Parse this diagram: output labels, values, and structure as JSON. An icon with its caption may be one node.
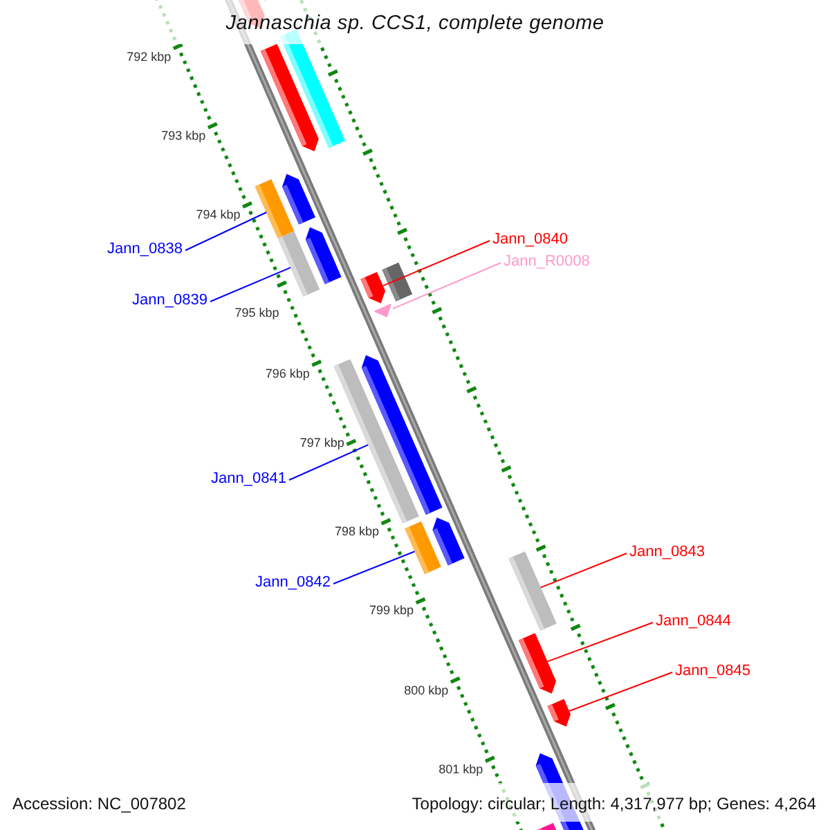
{
  "diagram": {
    "title": "Jannaschia sp. CCS1, complete genome",
    "nodes": [
      {
        "text": [
          "Jann_0838"
        ]
      },
      {
        "text": [
          "Jann_0839"
        ]
      },
      {
        "text": [
          "Jann_0840"
        ]
      },
      {
        "text": [
          "Jann_R0008"
        ]
      },
      {
        "text": [
          "Jann_0841"
        ]
      },
      {
        "text": [
          "Jann_0842"
        ]
      },
      {
        "text": [
          "Jann_0843"
        ]
      },
      {
        "text": [
          "Jann_0844"
        ]
      },
      {
        "text": [
          "Jann_0845"
        ]
      },
      {
        "text": [],
        "shape": "bar"
      },
      {
        "text": [],
        "shape": "bar"
      },
      {
        "text": [],
        "shape": "bar"
      },
      {
        "text": [],
        "shape": "bar"
      },
      {
        "text": [],
        "shape": "bar"
      },
      {
        "text": [],
        "shape": "bar"
      },
      {
        "text": [],
        "shape": "bar"
      },
      {
        "text": [],
        "shape": "bar"
      },
      {
        "text": [],
        "shape": "bar"
      }
    ],
    "edges": [
      {
        "from": 0,
        "to": 9,
        "arrow": "none",
        "color": "#0000ff"
      },
      {
        "from": 1,
        "to": 10,
        "arrow": "none",
        "color": "#0000ff"
      },
      {
        "from": 2,
        "to": 11,
        "arrow": "none",
        "color": "#ff0000"
      },
      {
        "from": 3,
        "to": 12,
        "arrow": "none",
        "color": "#ff99cc"
      },
      {
        "from": 4,
        "to": 13,
        "arrow": "none",
        "color": "#0000ff"
      },
      {
        "from": 5,
        "to": 14,
        "arrow": "none",
        "color": "#0000ff"
      },
      {
        "from": 6,
        "to": 15,
        "arrow": "none",
        "color": "#ff0000"
      },
      {
        "from": 7,
        "to": 16,
        "arrow": "none",
        "color": "#ff0000"
      },
      {
        "from": 8,
        "to": 17,
        "arrow": "none",
        "color": "#ff0000"
      }
    ],
    "labels": [
      "792 kbp",
      "793 kbp",
      "794 kbp",
      "795 kbp",
      "796 kbp",
      "797 kbp",
      "798 kbp",
      "799 kbp",
      "800 kbp",
      "801 kbp",
      "Accession: NC_007802",
      "Topology: circular; Length: 4,317,977 bp; Genes: 4,264"
    ]
  }
}
